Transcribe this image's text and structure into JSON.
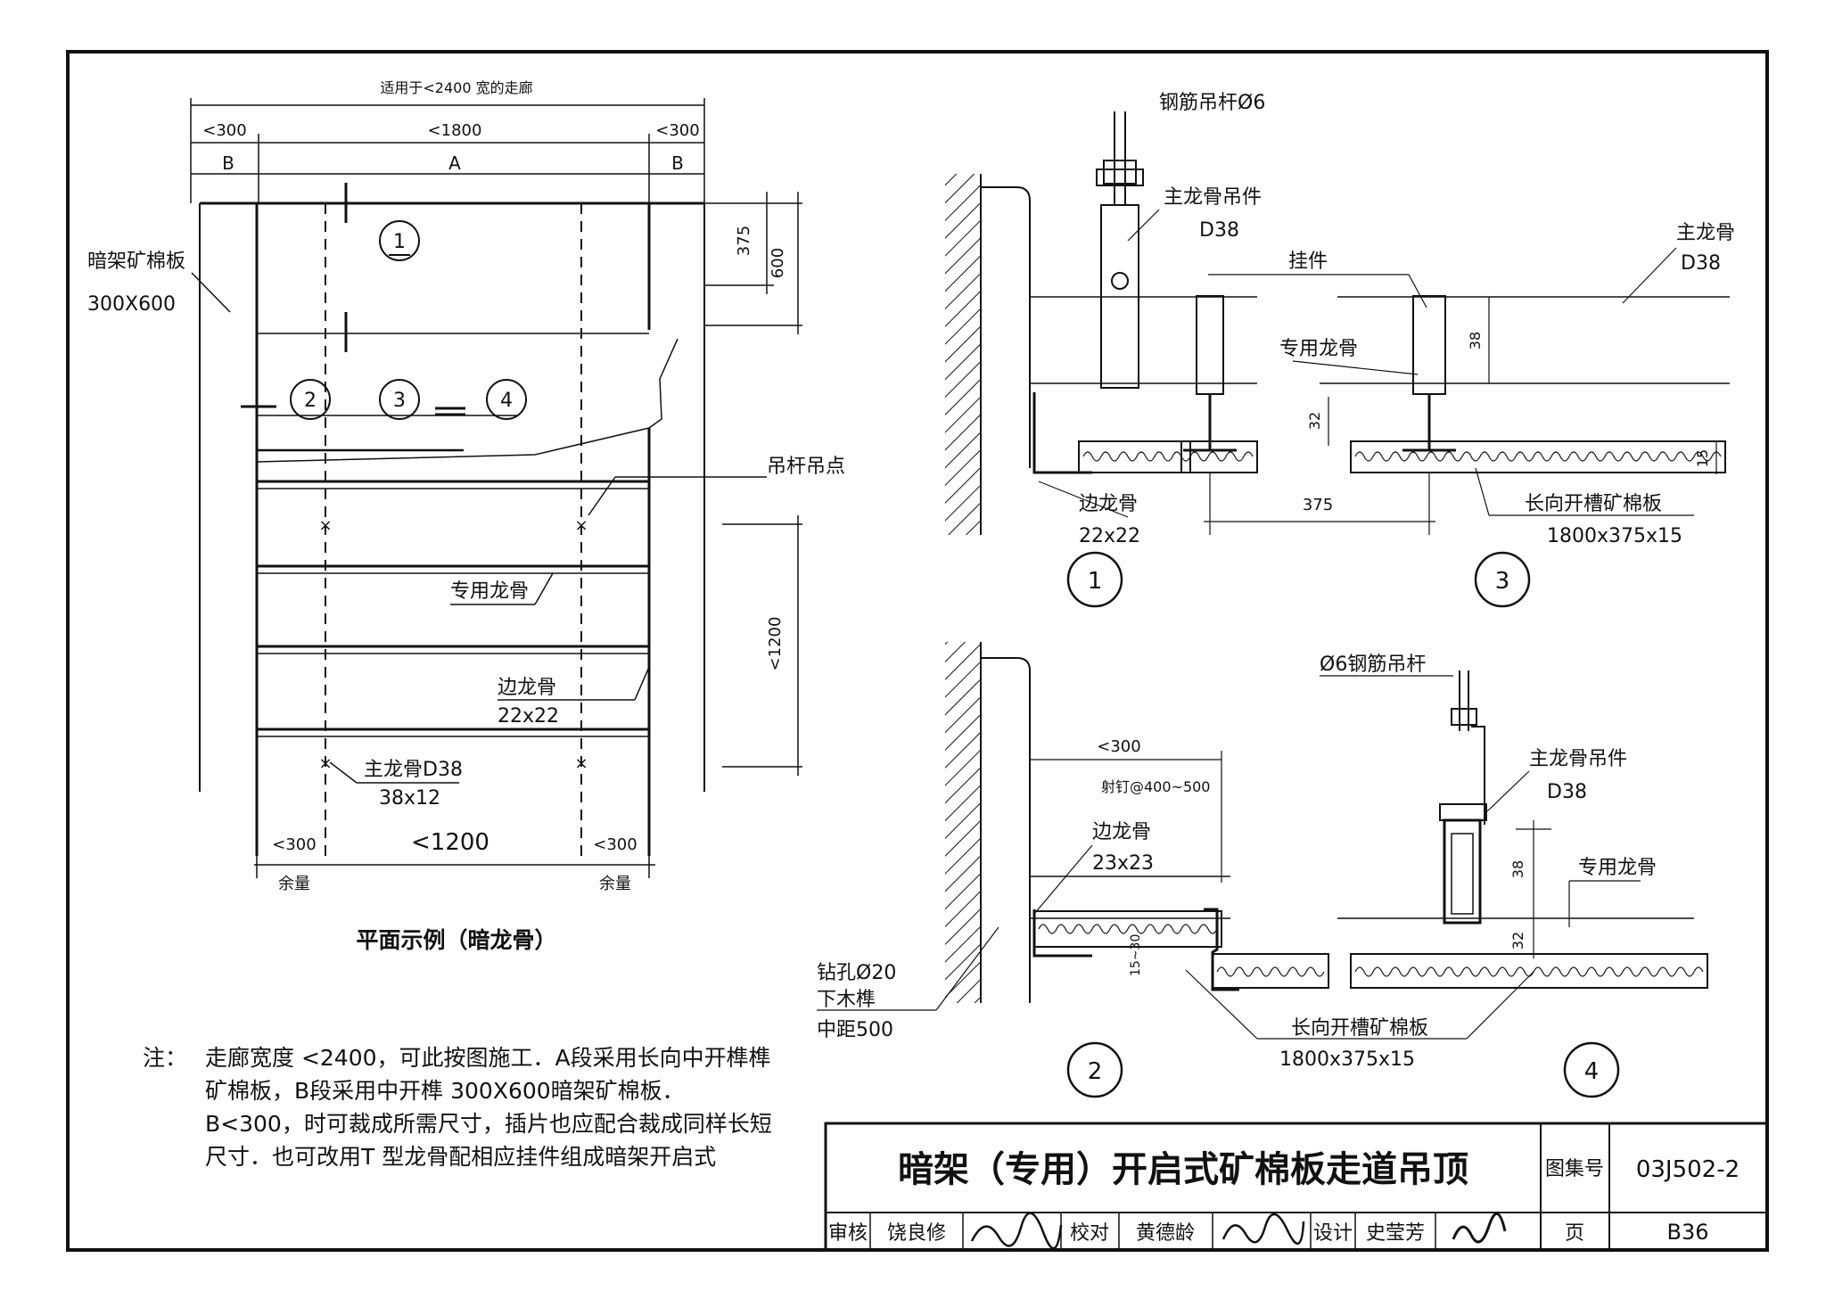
{
  "plan": {
    "overall_dim": "适用于<2400 宽的走廊",
    "dim_left": "<300",
    "dim_mid": "<1800",
    "dim_right": "<300",
    "seg_b1": "B",
    "seg_a": "A",
    "seg_b2": "B",
    "dim_375": "375",
    "dim_600": "600",
    "dim_1200_v": "<1200",
    "dim_bottom_left": "<300",
    "dim_bottom_mid": "<1200",
    "dim_bottom_right": "<300",
    "yuliang_left": "余量",
    "yuliang_right": "余量",
    "label_panel": "暗架矿棉板",
    "label_panel_size": "300X600",
    "label_hanger_point": "吊杆吊点",
    "label_special_keel": "专用龙骨",
    "label_edge_keel": "边龙骨",
    "label_edge_keel_size": "22x22",
    "label_main_keel": "主龙骨D38",
    "label_main_keel_size": "38x12",
    "markers": [
      "1",
      "2",
      "3",
      "4"
    ],
    "caption": "平面示例（暗龙骨）"
  },
  "detail1": {
    "rod": "钢筋吊杆Ø6",
    "hanger": "主龙骨吊件",
    "hanger_size": "D38",
    "clip": "挂件",
    "edge_keel": "边龙骨",
    "edge_keel_size": "22x22",
    "dim_375": "375",
    "number": "1"
  },
  "detail3": {
    "main_keel": "主龙骨",
    "main_keel_size": "D38",
    "special_keel": "专用龙骨",
    "dim_38": "38",
    "dim_32": "32",
    "dim_15": "15",
    "board": "长向开槽矿棉板",
    "board_size": "1800x375x15",
    "number": "3"
  },
  "detail2": {
    "dim_300": "<300",
    "nail": "射钉@400~500",
    "edge_keel": "边龙骨",
    "edge_keel_size": "23x23",
    "dim_15_30": "15~30",
    "drill": "钻孔Ø20",
    "plug": "下木榫",
    "spacing": "中距500",
    "board": "长向开槽矿棉板",
    "board_size": "1800x375x15",
    "number": "2"
  },
  "detail4": {
    "rod": "Ø6钢筋吊杆",
    "hanger": "主龙骨吊件",
    "hanger_size": "D38",
    "special_keel": "专用龙骨",
    "dim_38": "38",
    "dim_32": "32",
    "number": "4"
  },
  "note": {
    "label": "注：",
    "text": "走廊宽度 <2400，可此按图施工．A段采用长向中开榫榫矿棉板，B段采用中开榫 300X600暗架矿棉板．B<300，时可裁成所需尺寸，插片也应配合裁成同样长短尺寸．也可改用T 型龙骨配相应挂件组成暗架开启式"
  },
  "title_block": {
    "title": "暗架（专用）开启式矿棉板走道吊顶",
    "atlas_label": "图集号",
    "atlas_no": "03J502-2",
    "review_label": "审核",
    "review_name": "饶良修",
    "check_label": "校对",
    "check_name": "黄德龄",
    "design_label": "设计",
    "design_name": "史莹芳",
    "page_label": "页",
    "page_no": "B36"
  }
}
